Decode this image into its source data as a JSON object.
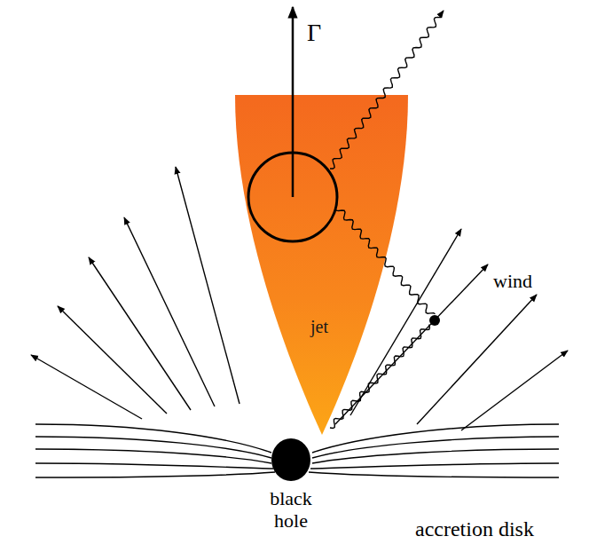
{
  "diagram": {
    "nodes": [
      {
        "text": [
          "jet"
        ]
      },
      {
        "text": [
          "black hole"
        ]
      }
    ],
    "labels": [
      "Γ",
      "wind",
      "accretion disk"
    ]
  }
}
